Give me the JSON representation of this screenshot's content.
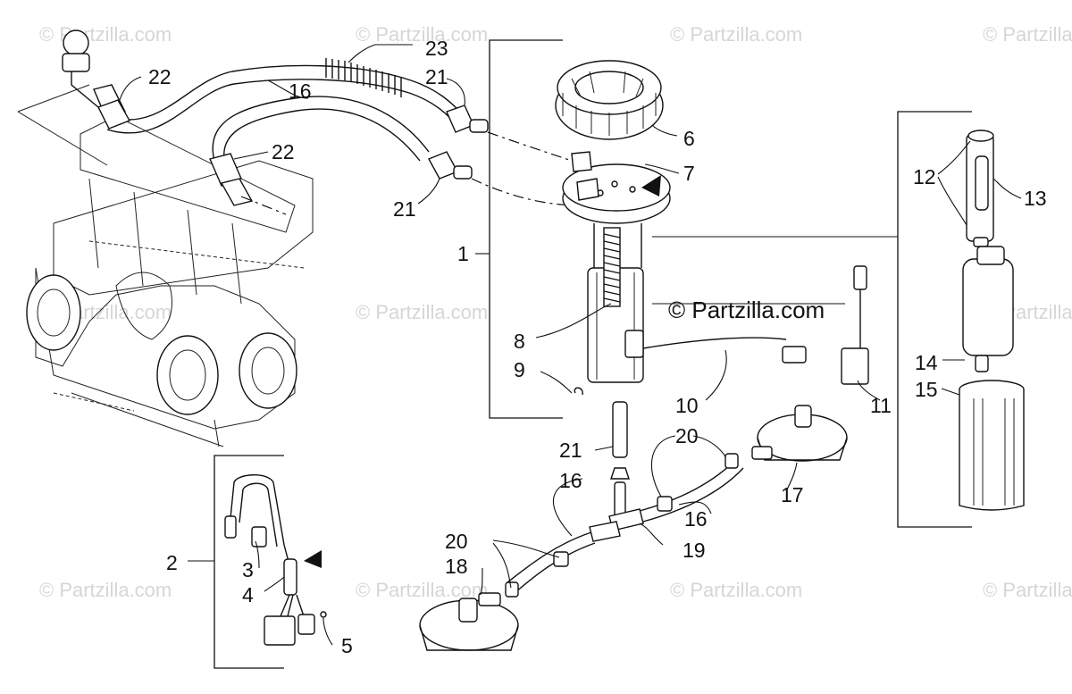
{
  "watermark": "© Partzilla.com",
  "copyright": "© Partzilla.com",
  "callouts": {
    "c1": "1",
    "c2": "2",
    "c3": "3",
    "c4": "4",
    "c5": "5",
    "c6": "6",
    "c7": "7",
    "c8": "8",
    "c9": "9",
    "c10": "10",
    "c11": "11",
    "c12": "12",
    "c13": "13",
    "c14": "14",
    "c15": "15",
    "c16a": "16",
    "c16b": "16",
    "c16c": "16",
    "c17": "17",
    "c18": "18",
    "c19": "19",
    "c20a": "20",
    "c20b": "20",
    "c21a": "21",
    "c21b": "21",
    "c21c": "21",
    "c22a": "22",
    "c22b": "22",
    "c23": "23"
  }
}
